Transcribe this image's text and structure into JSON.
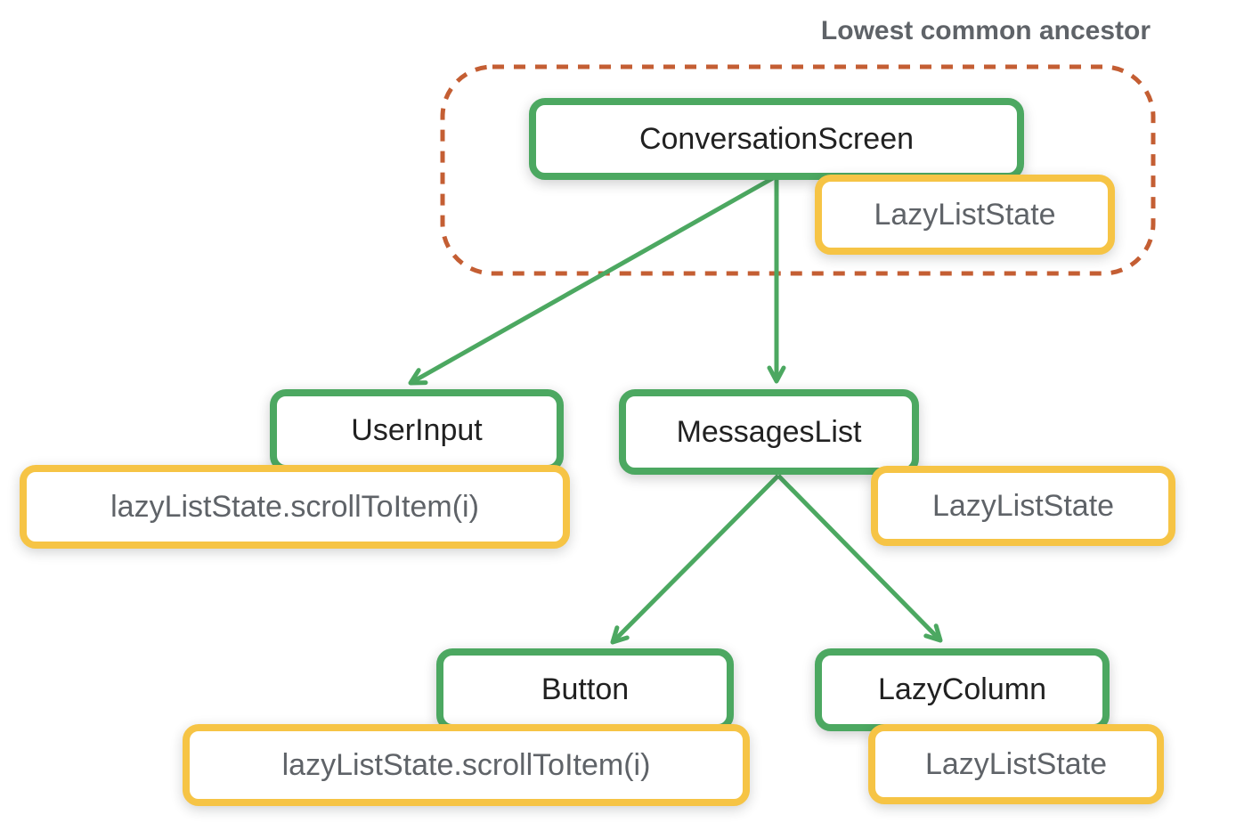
{
  "annotation": {
    "label": "Lowest common ancestor"
  },
  "tree": {
    "root": {
      "label": "ConversationScreen",
      "state": "LazyListState"
    },
    "children": [
      {
        "label": "UserInput",
        "state": "lazyListState.scrollToItem(i)"
      },
      {
        "label": "MessagesList",
        "state": "LazyListState"
      }
    ],
    "grandchildren": [
      {
        "label": "Button",
        "state": "lazyListState.scrollToItem(i)"
      },
      {
        "label": "LazyColumn",
        "state": "LazyListState"
      }
    ]
  },
  "colors": {
    "node_border": "#4CA861",
    "state_border": "#F6C445",
    "ancestor_outline": "#C45E33",
    "arrow": "#4CA861",
    "node_text": "#212121",
    "state_text": "#5F6368",
    "label_text": "#5F6368",
    "box_bg": "#FFFFFF"
  }
}
